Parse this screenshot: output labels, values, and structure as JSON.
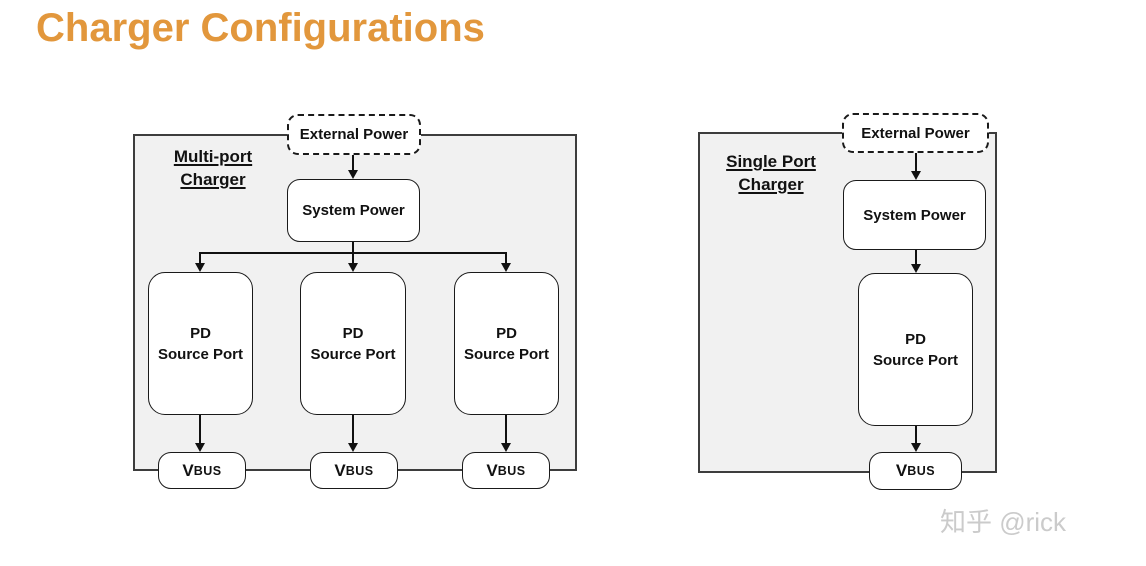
{
  "page": {
    "title": "Charger Configurations",
    "watermark": "知乎 @rick"
  },
  "colors": {
    "title_accent": "#E2973C",
    "container_fill": "#F1F1F1",
    "container_border": "#3D3D3D",
    "line": "#111111"
  },
  "labels": {
    "vbus_v": "V",
    "vbus_bus": "BUS"
  },
  "diagrams": {
    "multi": {
      "label": "Multi-port\nCharger",
      "external_power": "External Power",
      "system_power": "System Power",
      "pd_ports": [
        "PD\nSource Port",
        "PD\nSource Port",
        "PD\nSource Port"
      ]
    },
    "single": {
      "label": "Single Port\nCharger",
      "external_power": "External Power",
      "system_power": "System Power",
      "pd_port": "PD\nSource Port"
    }
  }
}
